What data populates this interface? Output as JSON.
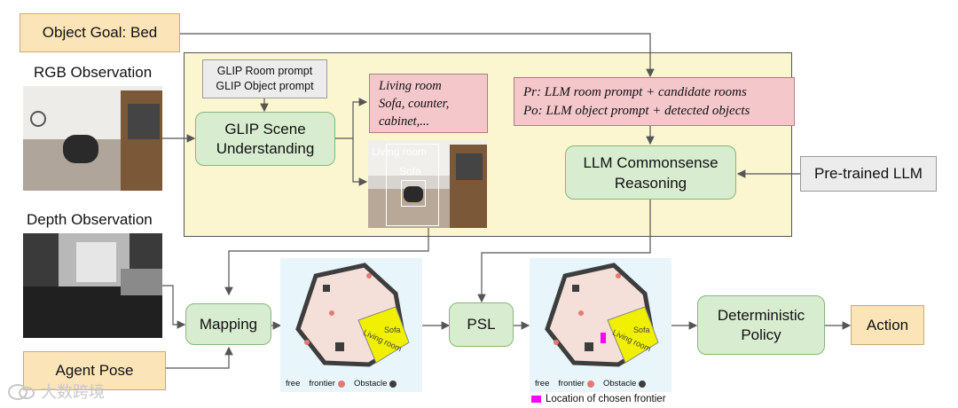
{
  "object_goal": "Object Goal: Bed",
  "rgb_label": "RGB Observation",
  "depth_label": "Depth Observation",
  "agent_pose": "Agent Pose",
  "glip_prompts": [
    "GLIP Room prompt",
    "GLIP Object prompt"
  ],
  "glip_scene": [
    "GLIP Scene",
    "Understanding"
  ],
  "detect_text": [
    "Living room",
    "Sofa, counter,",
    "cabinet,..."
  ],
  "detect_image_labels": {
    "room": "Living room",
    "object": "Sofa"
  },
  "llm_prompt": [
    {
      "sym": "Pr",
      "text": ": LLM room prompt + candidate rooms"
    },
    {
      "sym": "Po",
      "text": ": LLM object prompt + detected objects"
    }
  ],
  "llm_reasoning": [
    "LLM Commonsense",
    "Reasoning"
  ],
  "pretrained_llm": "Pre-trained LLM",
  "mapping": "Mapping",
  "psl": "PSL",
  "policy": [
    "Deterministic",
    "Policy"
  ],
  "action": "Action",
  "map_labels": {
    "sofa": "Sofa",
    "room": "Living room"
  },
  "map_legend": {
    "free": "free",
    "frontier": "frontier",
    "obstacle": "Obstacle"
  },
  "chosen_frontier_legend": "Location of chosen frontier",
  "watermark": "大数跨境",
  "colors": {
    "orange_box": "#fbe5b8",
    "green_box": "#d8ecd0",
    "pink_box": "#f4c7cb",
    "panel": "#fbf6cf",
    "frontier": "#e37a72",
    "obstacle": "#3d3d3d",
    "chosen_frontier": "#ff00ff",
    "map_bg": "#e8f6fb",
    "yellow_region": "#f0f000"
  }
}
